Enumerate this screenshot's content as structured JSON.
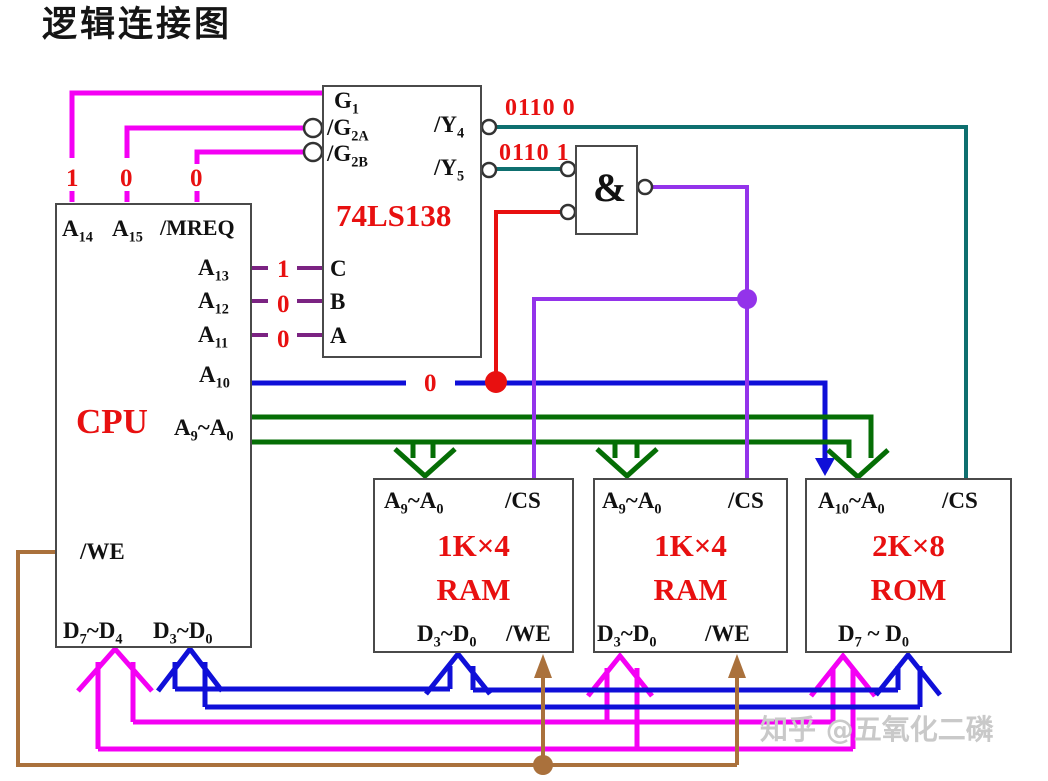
{
  "title": "逻辑连接图",
  "watermark": "知乎 @五氧化二磷",
  "colors": {
    "magenta": "#f400f4",
    "blue": "#0f0fd8",
    "green": "#056e05",
    "teal": "#0e6f6f",
    "red": "#e81010",
    "purple": "#9333ea",
    "dark_purple": "#7b2382",
    "brown": "#aa713c",
    "box_border": "#4a4a4a"
  },
  "cpu": {
    "name": "CPU",
    "pin_a14": "A_{14}",
    "pin_a15": "A_{15}",
    "pin_mreq": "/MREQ",
    "pin_a13": "A_{13}",
    "pin_a12": "A_{12}",
    "pin_a11": "A_{11}",
    "pin_a10": "A_{10}",
    "pin_a9a0": "A_{9}~A_{0}",
    "pin_we": "/WE",
    "pin_d7d4": "D_{7}~D_{4}",
    "pin_d3d0": "D_{3}~D_{0}"
  },
  "decoder": {
    "name": "74LS138",
    "pin_g1": "G_{1}",
    "pin_g2a": "/G_{2A}",
    "pin_g2b": "/G_{2B}",
    "pin_c": "C",
    "pin_b": "B",
    "pin_a": "A",
    "pin_y4": "/Y_{4}",
    "pin_y5": "/Y_{5}"
  },
  "gate": {
    "symbol": "&"
  },
  "signals": {
    "mreq_bits": [
      "1",
      "0",
      "0"
    ],
    "cba_bits": [
      "1",
      "0",
      "0"
    ],
    "a10_bit": "0",
    "y4_code": "0110 0",
    "y5_code": "0110 1"
  },
  "chips": {
    "ram1": {
      "addr": "A_{9}~A_{0}",
      "cs": "/CS",
      "size": "1K×4",
      "kind": "RAM",
      "data": "D_{3}~D_{0}",
      "we": "/WE"
    },
    "ram2": {
      "addr": "A_{9}~A_{0}",
      "cs": "/CS",
      "size": "1K×4",
      "kind": "RAM",
      "data": "D_{3}~D_{0}",
      "we": "/WE"
    },
    "rom": {
      "addr": "A_{10}~A_{0}",
      "cs": "/CS",
      "size": "2K×8",
      "kind": "ROM",
      "data": "D_{7} ~ D_{0}"
    }
  }
}
